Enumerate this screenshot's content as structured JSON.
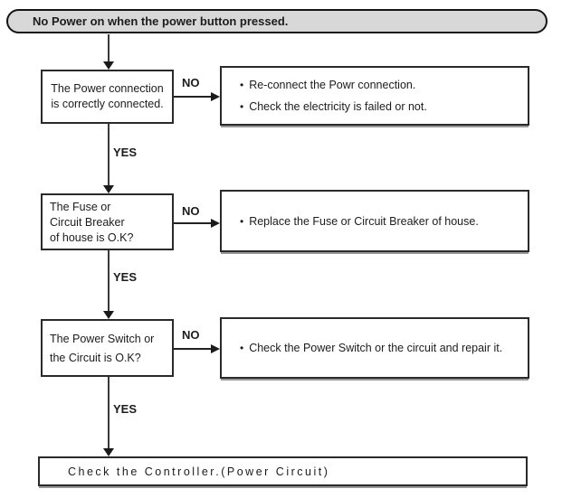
{
  "start": {
    "label": "No Power on when the power button pressed."
  },
  "branch_labels": {
    "yes": "YES",
    "no": "NO"
  },
  "bullet_char": "•",
  "steps": [
    {
      "question_lines": [
        "The Power connection",
        "is correctly connected."
      ],
      "actions": [
        "Re-connect the Powr connection.",
        "Check the electricity is failed or not."
      ]
    },
    {
      "question_lines": [
        "The Fuse or",
        "Circuit Breaker",
        "of house is O.K?"
      ],
      "actions": [
        "Replace the Fuse or Circuit Breaker of house."
      ]
    },
    {
      "question_lines": [
        "The Power Switch or",
        "the Circuit is O.K?"
      ],
      "actions": [
        "Check the Power  Switch  or the circuit and repair it."
      ]
    }
  ],
  "end": {
    "label": "Check the Controller.(Power Circuit)"
  },
  "colors": {
    "start_fill": "#d8d8d8",
    "line": "#222222",
    "box_border": "#2a2a2a",
    "shadow": "#979797",
    "background": "#ffffff"
  }
}
